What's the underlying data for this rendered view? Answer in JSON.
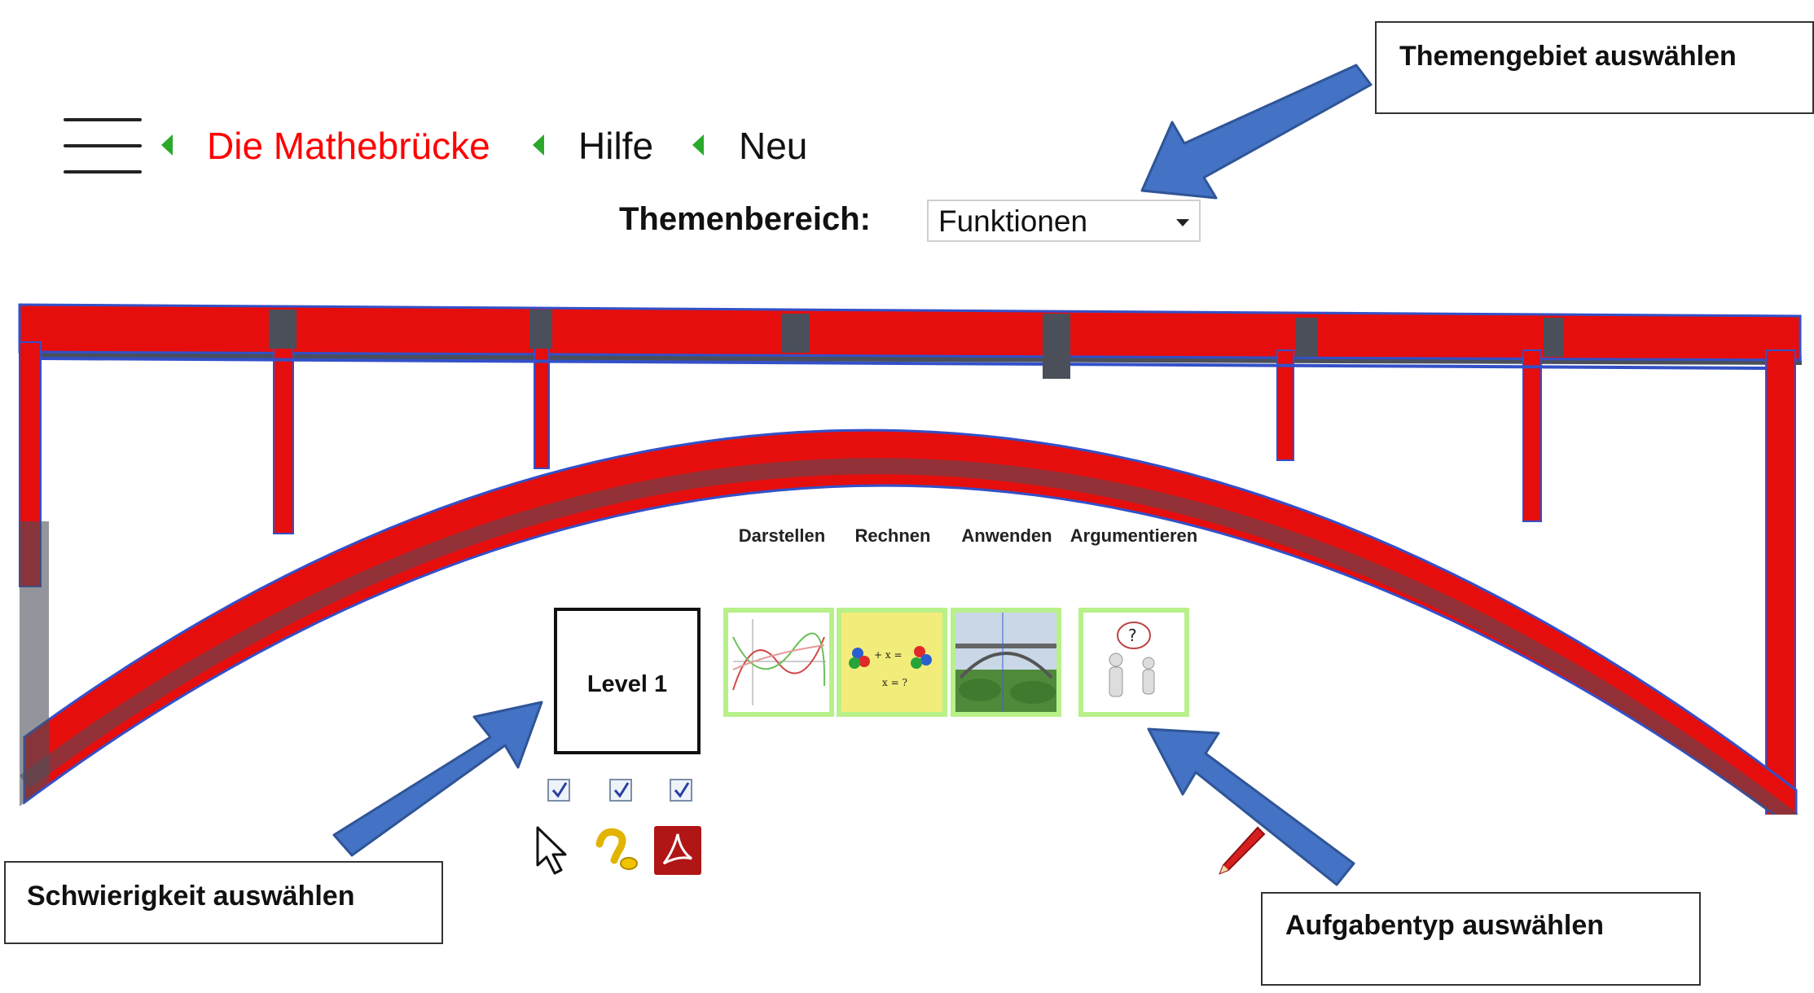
{
  "nav": {
    "brand": "Die Mathebrücke",
    "help": "Hilfe",
    "new": "Neu"
  },
  "topic": {
    "label": "Themenbereich:",
    "selected": "Funktionen"
  },
  "task_types": [
    "Darstellen",
    "Rechnen",
    "Anwenden",
    "Argumentieren"
  ],
  "level": {
    "label": "Level 1"
  },
  "checkboxes": [
    true,
    true,
    true
  ],
  "tools": [
    "cursor-icon",
    "hint-icon",
    "pdf-icon"
  ],
  "annotations": {
    "topic": "Themengebiet auswählen",
    "difficulty": "Schwierigkeit auswählen",
    "task_type": "Aufgabentyp auswählen"
  },
  "colors": {
    "brand": "#ff0000",
    "nav_arrow": "#2aa92a",
    "bridge_fill": "#e60d0d",
    "bridge_outline": "#3350c8",
    "tile_border": "#b8f08a",
    "callout_arrow": "#4472c4"
  }
}
